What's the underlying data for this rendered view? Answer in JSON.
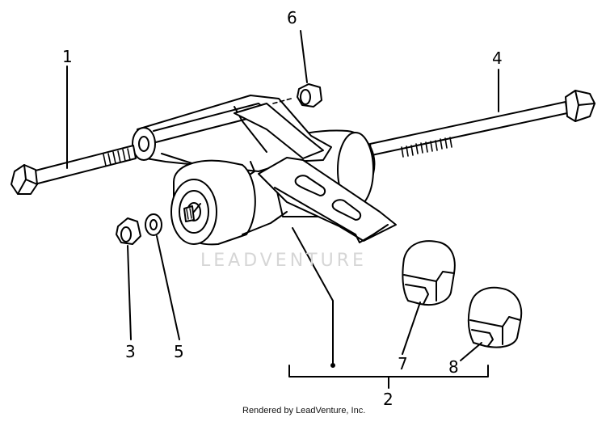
{
  "diagram": {
    "callouts": {
      "c1": "1",
      "c2": "2",
      "c3": "3",
      "c4": "4",
      "c5": "5",
      "c6": "6",
      "c7": "7",
      "c8": "8"
    },
    "watermark": "LEADVENTURE",
    "footer": "Rendered by LeadVenture, Inc."
  }
}
